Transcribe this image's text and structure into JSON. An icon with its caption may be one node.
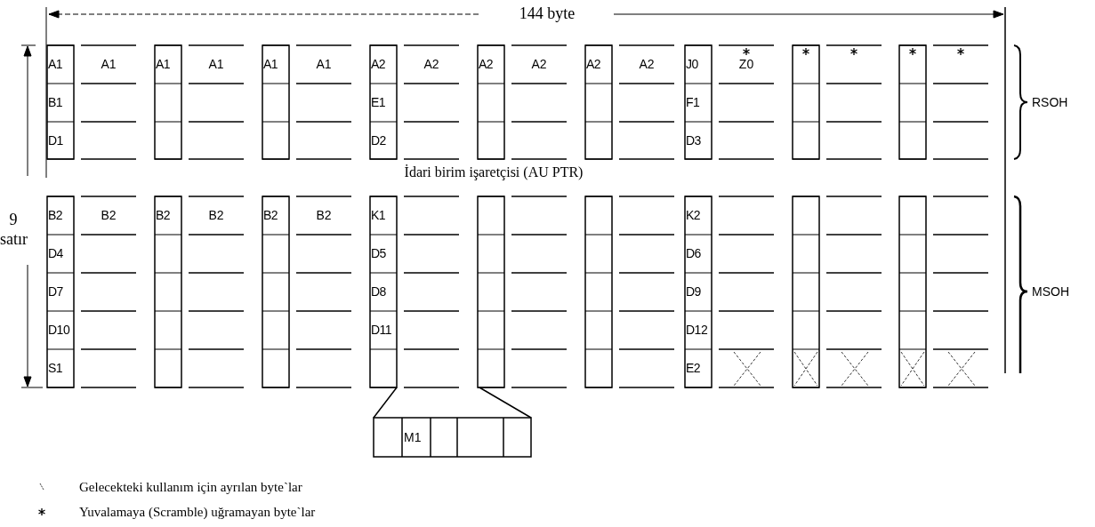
{
  "diagram": {
    "labels": [
      "144 byte",
      "A1",
      "A1",
      "A1",
      "A1",
      "A1",
      "A1",
      "A2",
      "A2",
      "A2",
      "A2",
      "A2",
      "A2",
      "J0",
      "Z0",
      "B1",
      "E1",
      "F1",
      "RSOH",
      "D1",
      "D2",
      "D3",
      "İdari birim işaretçisi (AU PTR)",
      "9 satır",
      "B2",
      "B2",
      "B2",
      "B2",
      "B2",
      "B2",
      "K1",
      "K2",
      "D4",
      "D5",
      "D6",
      "D7",
      "D8",
      "D9",
      "MSOH",
      "D10",
      "D11",
      "D12",
      "S1",
      "E2",
      "M1"
    ],
    "legend": [
      {
        "text": "Gelecekteki kullanım için ayrılan byte`lar"
      },
      {
        "text": "Yuvalamaya (Scramble) uğramayan byte`lar"
      }
    ]
  }
}
